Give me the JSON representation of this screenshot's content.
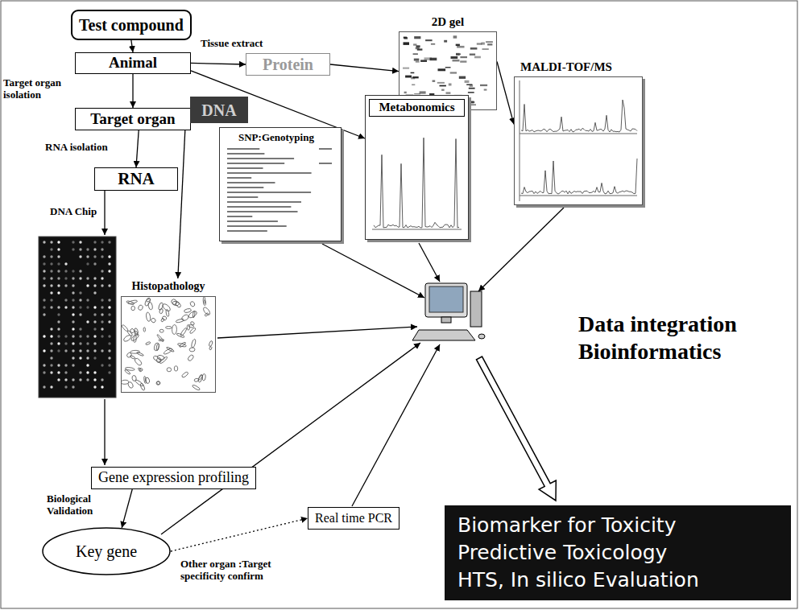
{
  "diagram": {
    "nodes": [
      {
        "text": [
          "Test compound"
        ]
      },
      {
        "text": [
          "Animal"
        ]
      },
      {
        "text": [
          "Protein"
        ]
      },
      {
        "text": [
          "2D gel"
        ]
      },
      {
        "text": [
          "MALDI-TOF/MS"
        ]
      },
      {
        "text": [
          "Target organ"
        ]
      },
      {
        "text": [
          "DNA"
        ]
      },
      {
        "text": [
          "SNP:Genotyping"
        ]
      },
      {
        "text": [
          "Metabonomics"
        ]
      },
      {
        "text": [
          "RNA"
        ]
      },
      {
        "text": [
          "Histopathology"
        ]
      },
      {
        "text": [
          "Gene expression profiling"
        ]
      },
      {
        "text": [
          "Key gene"
        ]
      },
      {
        "text": [
          "Real time PCR"
        ]
      },
      {
        "text": [
          "Biomarker for Toxicity",
          "Predictive Toxicology",
          "HTS, In silico Evaluation"
        ]
      }
    ],
    "edges": [
      {
        "from": 0,
        "to": 1,
        "arrow": "to"
      },
      {
        "from": 1,
        "to": 5,
        "arrow": "to",
        "label": "Target organ isolation"
      },
      {
        "from": 5,
        "to": 9,
        "arrow": "to",
        "label": "RNA isolation"
      },
      {
        "from": 1,
        "to": 2,
        "arrow": "to",
        "label": "Tissue extract"
      },
      {
        "from": 2,
        "to": 3,
        "arrow": "to"
      },
      {
        "from": 3,
        "to": 4,
        "arrow": "to"
      },
      {
        "from": 1,
        "to": 8,
        "arrow": "to"
      },
      {
        "from": 5,
        "to": 10,
        "arrow": "to"
      },
      {
        "from": 11,
        "to": 12,
        "arrow": "to",
        "label": "Biological Validation"
      },
      {
        "from": 12,
        "to": 13,
        "arrow": "to",
        "label": "Other organ :Target specificity confirm"
      }
    ],
    "labels": [
      "DNA Chip",
      "Data integration Bioinformatics"
    ]
  }
}
